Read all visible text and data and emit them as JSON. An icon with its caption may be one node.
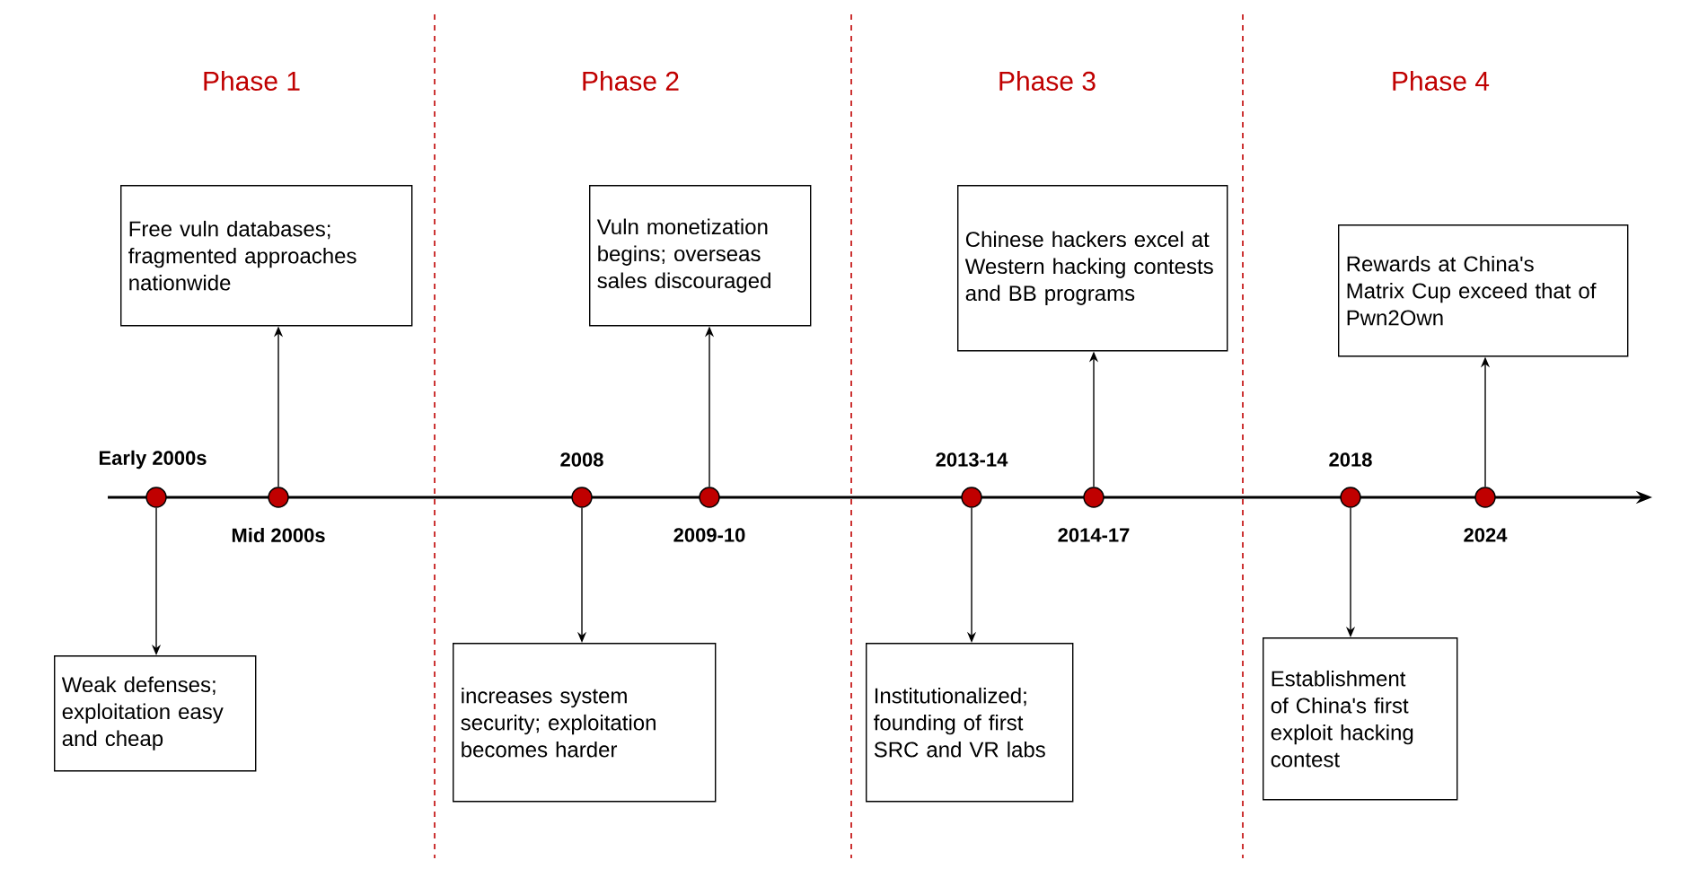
{
  "diagram": {
    "nodes": [
      {
        "text": [],
        "shape": "circle",
        "beside": [
          "Early 2000s"
        ]
      },
      {
        "text": [],
        "shape": "circle",
        "beside": [
          "Mid 2000s"
        ]
      },
      {
        "text": [],
        "shape": "circle",
        "beside": [
          "2008"
        ]
      },
      {
        "text": [],
        "shape": "circle",
        "beside": [
          "2009-10"
        ]
      },
      {
        "text": [],
        "shape": "circle",
        "beside": [
          "2013-14"
        ]
      },
      {
        "text": [],
        "shape": "circle",
        "beside": [
          "2014-17"
        ]
      },
      {
        "text": [],
        "shape": "circle",
        "beside": [
          "2018"
        ]
      },
      {
        "text": [],
        "shape": "circle",
        "beside": [
          "2024"
        ]
      },
      {
        "text": [
          "Weak defenses; exploitation easy and cheap"
        ]
      },
      {
        "text": [
          "Free vuln databases; fragmented approaches nationwide"
        ]
      },
      {
        "text": [
          "increases system security; exploitation becomes harder"
        ]
      },
      {
        "text": [
          "Vuln monetization begins; overseas sales discouraged"
        ]
      },
      {
        "text": [
          "Institutionalized; founding of first SRC and VR labs"
        ]
      },
      {
        "text": [
          "Chinese hackers excel at Western hacking contests and BB programs"
        ]
      },
      {
        "text": [
          "Establishment of China's first exploit hacking contest"
        ]
      },
      {
        "text": [
          "Rewards at China's Matrix Cup exceed that of Pwn2Own"
        ]
      }
    ],
    "edges": [
      {
        "from": 0,
        "to": 8,
        "arrow": "to"
      },
      {
        "from": 1,
        "to": 9,
        "arrow": "to"
      },
      {
        "from": 2,
        "to": 10,
        "arrow": "to"
      },
      {
        "from": 3,
        "to": 11,
        "arrow": "to"
      },
      {
        "from": 4,
        "to": 12,
        "arrow": "to"
      },
      {
        "from": 5,
        "to": 13,
        "arrow": "to"
      },
      {
        "from": 6,
        "to": 14,
        "arrow": "to"
      },
      {
        "from": 7,
        "to": 15,
        "arrow": "to"
      }
    ],
    "labels": [
      "Phase 1",
      "Phase 2",
      "Phase 3",
      "Phase 4"
    ]
  }
}
